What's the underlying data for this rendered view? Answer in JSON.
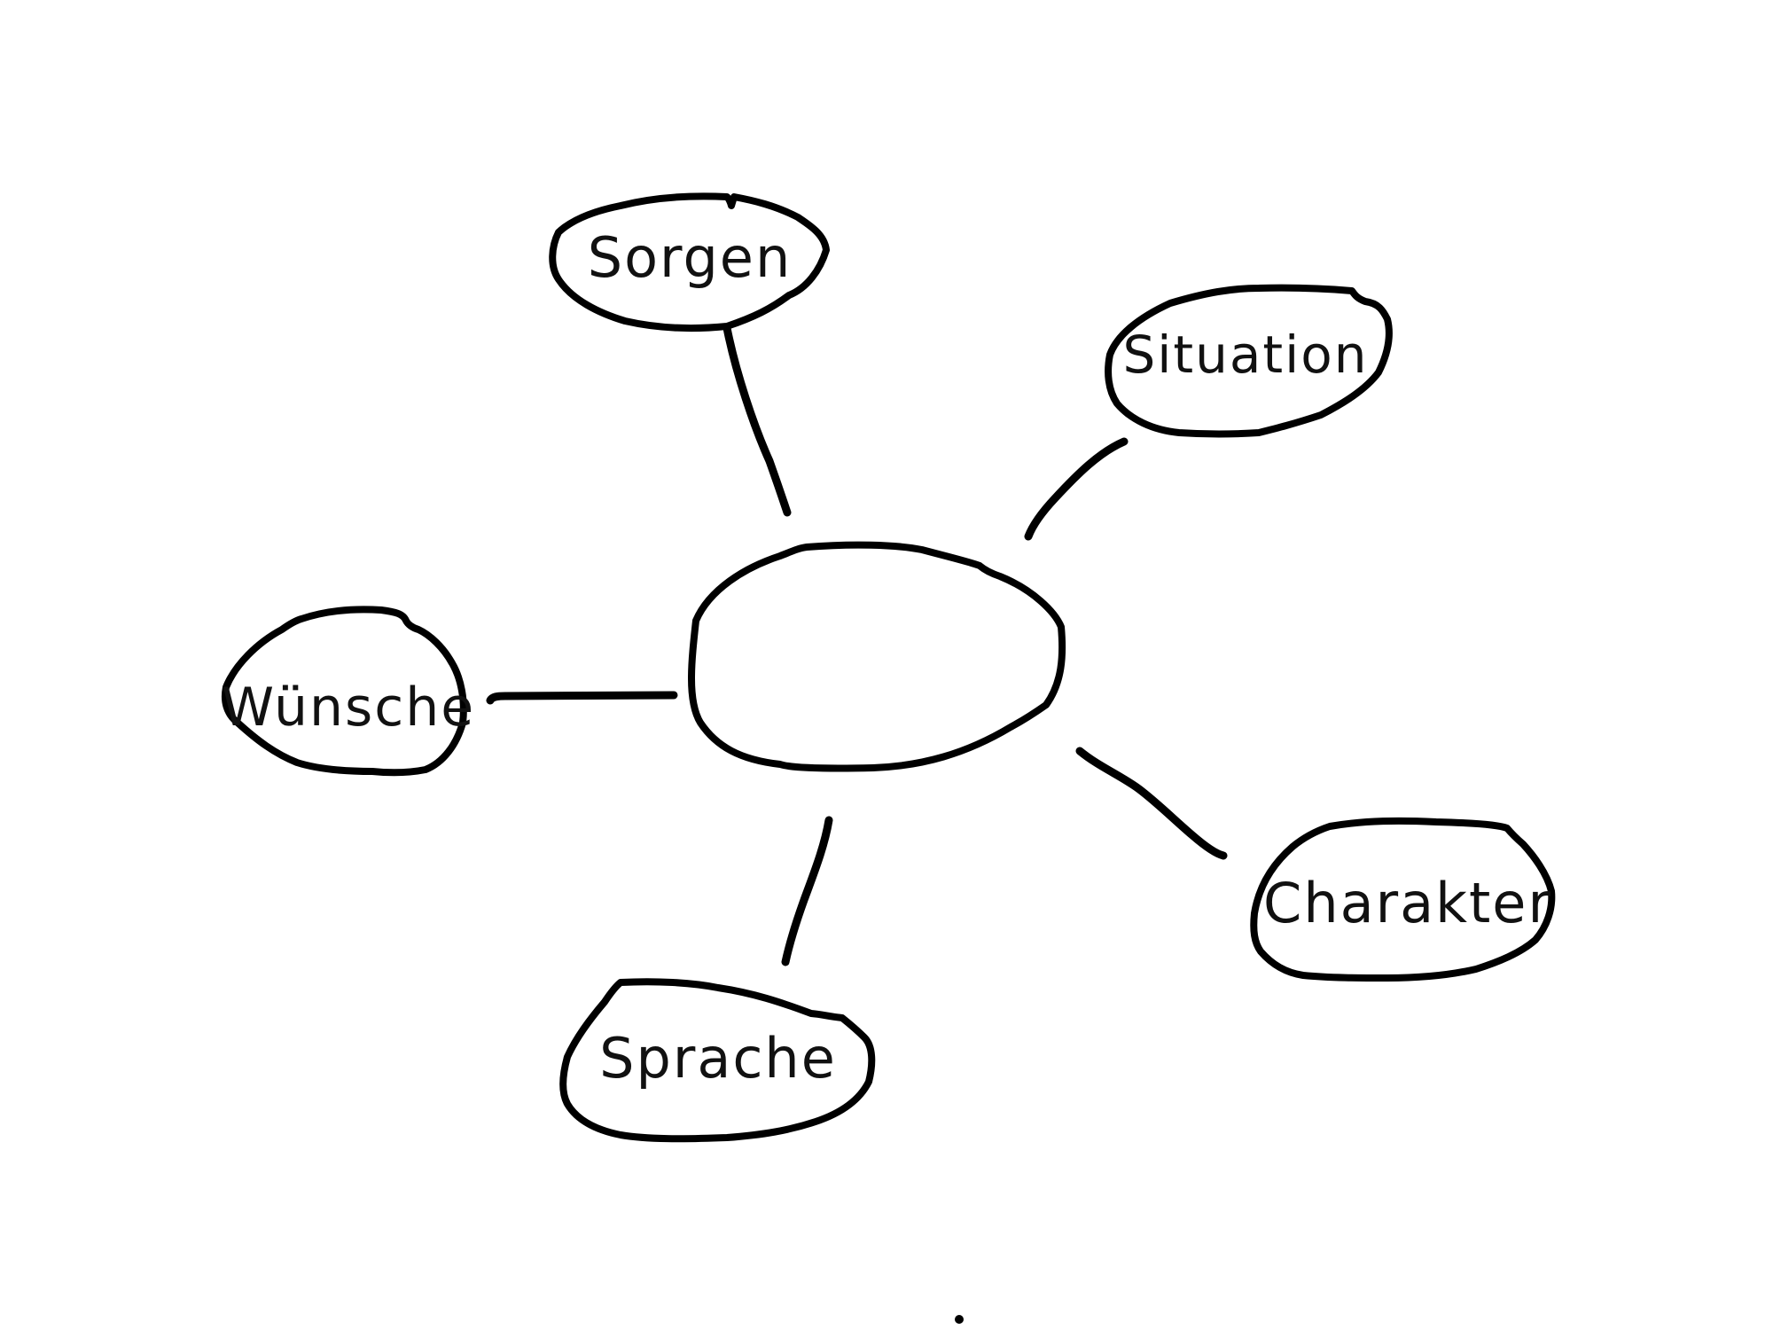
{
  "diagram": {
    "type": "mind-map",
    "central_node": {
      "label": ""
    },
    "branches": [
      {
        "id": "sorgen",
        "label": "Sorgen"
      },
      {
        "id": "situation",
        "label": "Situation"
      },
      {
        "id": "wuensche",
        "label": "Wünsche"
      },
      {
        "id": "charakter",
        "label": "Charakter"
      },
      {
        "id": "sprache",
        "label": "Sprache"
      }
    ],
    "colors": {
      "background": "#ffffff",
      "ink": "#000000"
    }
  }
}
